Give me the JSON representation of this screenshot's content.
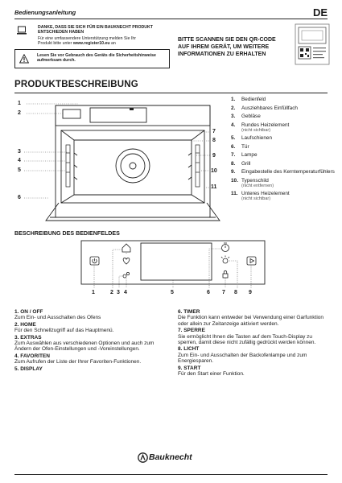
{
  "header": {
    "title": "Bedienungsanleitung",
    "language": "DE"
  },
  "intro": {
    "thanks": "DANKE, DASS SIE SICH FÜR EIN BAUKNECHT PRODUKT ENTSCHIEDEN HABEN",
    "support_line1": "Für eine umfassendere Unterstützung melden Sie Ihr",
    "support_line2_prefix": "Produkt bitte unter ",
    "register_url": "www.register10.eu",
    "support_line2_suffix": " an",
    "warning": "Lesen Sie vor Gebrauch des Geräts die Sicherheitshinweise aufmerksam durch.",
    "qr_prompt": "BITTE SCANNEN SIE DEN QR-CODE AUF IHREM GERÄT, UM WEITERE INFORMATIONEN ZU ERHALTEN"
  },
  "product": {
    "title": "PRODUKTBESCHREIBUNG",
    "diagram_numbers": [
      "1",
      "2",
      "3",
      "4",
      "5",
      "6",
      "7",
      "8",
      "9",
      "10",
      "11"
    ],
    "parts": [
      {
        "n": "1.",
        "label": "Bedienfeld",
        "note": ""
      },
      {
        "n": "2.",
        "label": "Ausziehbares Einfüllfach",
        "note": ""
      },
      {
        "n": "3.",
        "label": "Gebläse",
        "note": ""
      },
      {
        "n": "4.",
        "label": "Rundes Heizelement",
        "note": "(nicht sichtbar)"
      },
      {
        "n": "5.",
        "label": "Laufschienen",
        "note": ""
      },
      {
        "n": "6.",
        "label": "Tür",
        "note": ""
      },
      {
        "n": "7.",
        "label": "Lampe",
        "note": ""
      },
      {
        "n": "8.",
        "label": "Grill",
        "note": ""
      },
      {
        "n": "9.",
        "label": "Eingabestelle des Kerntemperaturfühlers",
        "note": ""
      },
      {
        "n": "10.",
        "label": "Typenschild",
        "note": "(nicht entfernen)"
      },
      {
        "n": "11.",
        "label": "Unteres Heizelement",
        "note": "(nicht sichtbar)"
      }
    ]
  },
  "panel": {
    "title": "BESCHREIBUNG DES BEDIENFELDES",
    "numbers": [
      "1",
      "2",
      "3",
      "4",
      "5",
      "6",
      "7",
      "8",
      "9"
    ]
  },
  "controls_left": [
    {
      "title": "1. ON / OFF",
      "text": "Zum Ein- und Ausschalten des Ofens"
    },
    {
      "title": "2. HOME",
      "text": "Für den Schnellzugriff auf das Hauptmenü."
    },
    {
      "title": "3. EXTRAS",
      "text": "Zum Auswählen aus verschiedenen Optionen und auch zum Ändern der Ofen-Einstellungen und -Voreinstellungen."
    },
    {
      "title": "4. FAVORITEN",
      "text": "Zum Aufrufen der Liste der Ihrer Favoriten-Funktionen."
    },
    {
      "title": "5. DISPLAY",
      "text": ""
    }
  ],
  "controls_right": [
    {
      "title": "6. TIMER",
      "text": "Die Funktion kann entweder bei Verwendung einer Garfunktion oder allein zur Zeitanzeige aktiviert werden."
    },
    {
      "title": "7. SPERRE",
      "text": "Sie ermöglicht Ihnen die Tasten auf dem Touch-Display zu sperren, damit diese nicht zufällig gedrückt werden können."
    },
    {
      "title": "8. LICHT",
      "text": "Zum Ein- und Ausschalten der Backofenlampe und zum Energiesparen."
    },
    {
      "title": "9. START",
      "text": "Für den Start einer Funktion."
    }
  ],
  "footer": {
    "brand": "Bauknecht"
  }
}
